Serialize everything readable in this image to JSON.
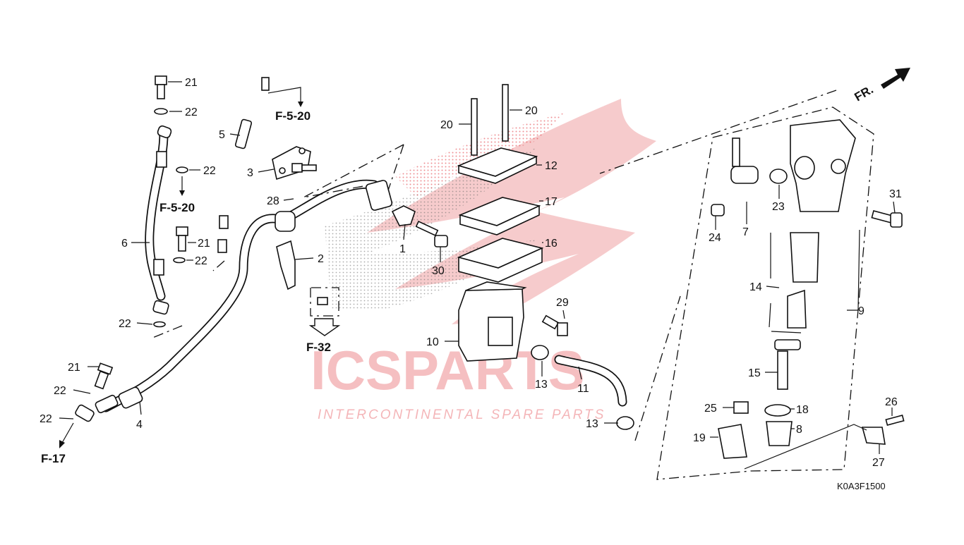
{
  "diagram": {
    "diagram_code": "K0A3F1500",
    "direction_indicator": "FR.",
    "watermark": {
      "brand": "ICSPARTS",
      "tagline": "INTERCONTINENTAL SPARE PARTS",
      "accent_color": "#e0343a",
      "gray_color": "#c8c8c8"
    },
    "references": {
      "f5_20_top": "F-5-20",
      "f5_20_left": "F-5-20",
      "f32": "F-32",
      "f17": "F-17"
    },
    "callouts": {
      "c21a": "21",
      "c22a": "22",
      "c22b": "22",
      "c21b": "21",
      "c22c": "22",
      "c6": "6",
      "c22d": "22",
      "c21c": "21",
      "c22e": "22",
      "c22f": "22",
      "c4": "4",
      "c5": "5",
      "c3": "3",
      "c28": "28",
      "c1": "1",
      "c2": "2",
      "c30": "30",
      "c20a": "20",
      "c20b": "20",
      "c12": "12",
      "c17": "17",
      "c16": "16",
      "c29": "29",
      "c10": "10",
      "c13a": "13",
      "c11": "11",
      "c13b": "13",
      "c24": "24",
      "c7": "7",
      "c23": "23",
      "c31": "31",
      "c14": "14",
      "c9": "9",
      "c15": "15",
      "c25": "25",
      "c18": "18",
      "c8": "8",
      "c19": "19",
      "c26": "26",
      "c27": "27"
    }
  }
}
